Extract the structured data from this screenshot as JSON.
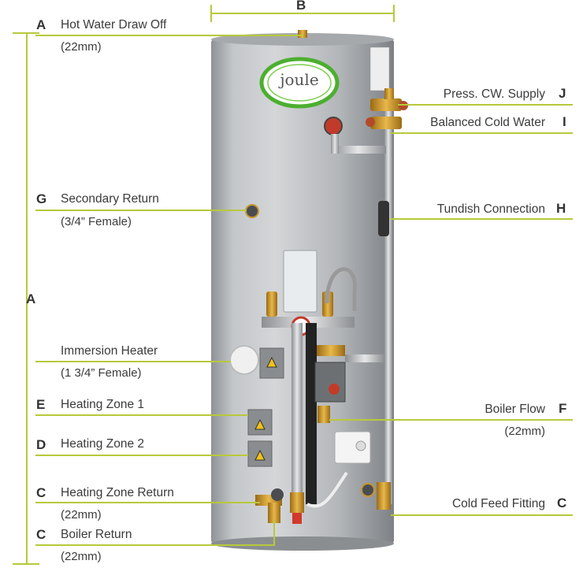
{
  "dimension_a_letter": "A",
  "dimension_b_letter": "B",
  "logo_text": "joule",
  "left_labels": [
    {
      "letter": "A",
      "text": "Hot Water Draw Off",
      "sub": "(22mm)"
    },
    {
      "letter": "G",
      "text": "Secondary Return",
      "sub": "(3/4” Female)"
    },
    {
      "letter": "",
      "text": "Immersion Heater",
      "sub": "(1 3/4” Female)"
    },
    {
      "letter": "E",
      "text": "Heating Zone 1",
      "sub": ""
    },
    {
      "letter": "D",
      "text": "Heating Zone 2",
      "sub": ""
    },
    {
      "letter": "C",
      "text": "Heating Zone Return",
      "sub": "(22mm)"
    },
    {
      "letter": "C",
      "text": "Boiler Return",
      "sub": "(22mm)"
    }
  ],
  "right_labels": [
    {
      "letter": "J",
      "text": "Press. CW. Supply",
      "sub": ""
    },
    {
      "letter": "I",
      "text": "Balanced Cold Water",
      "sub": ""
    },
    {
      "letter": "H",
      "text": "Tundish Connection",
      "sub": ""
    },
    {
      "letter": "F",
      "text": "Boiler Flow",
      "sub": "(22mm)"
    },
    {
      "letter": "C",
      "text": "Cold Feed Fitting",
      "sub": ""
    }
  ],
  "colors": {
    "leader_line": "#b7c93a",
    "cylinder": "#b9bcbf",
    "brass": "#c9952e",
    "logo_ring": "#4caf2f"
  }
}
